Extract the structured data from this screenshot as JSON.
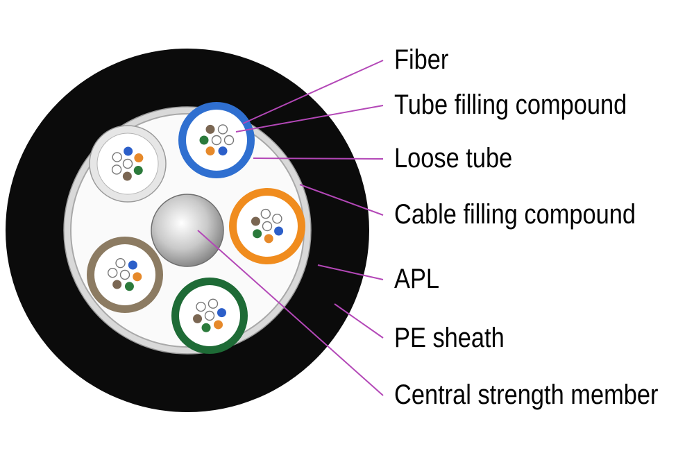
{
  "labels": [
    "Fiber",
    "Tube filling compound",
    "Loose tube",
    "Cable filling compound",
    "APL",
    "PE sheath",
    "Central strength member"
  ],
  "colors": {
    "sheath": "#0b0b0b",
    "apl": "#d9d9d9",
    "filling": "#fafafa",
    "leader": "#b347b7",
    "tube_white": "#e6e6e6",
    "tube_blue": "#2f6fd0",
    "tube_orange": "#f08c1e",
    "tube_tan": "#8c7b62",
    "tube_green": "#1e6b36",
    "fiber_blue": "#2c5fc9",
    "fiber_orange": "#e6892a",
    "fiber_green": "#2b7a3b",
    "fiber_brown": "#7a6652",
    "fiber_white": "#ffffff"
  }
}
